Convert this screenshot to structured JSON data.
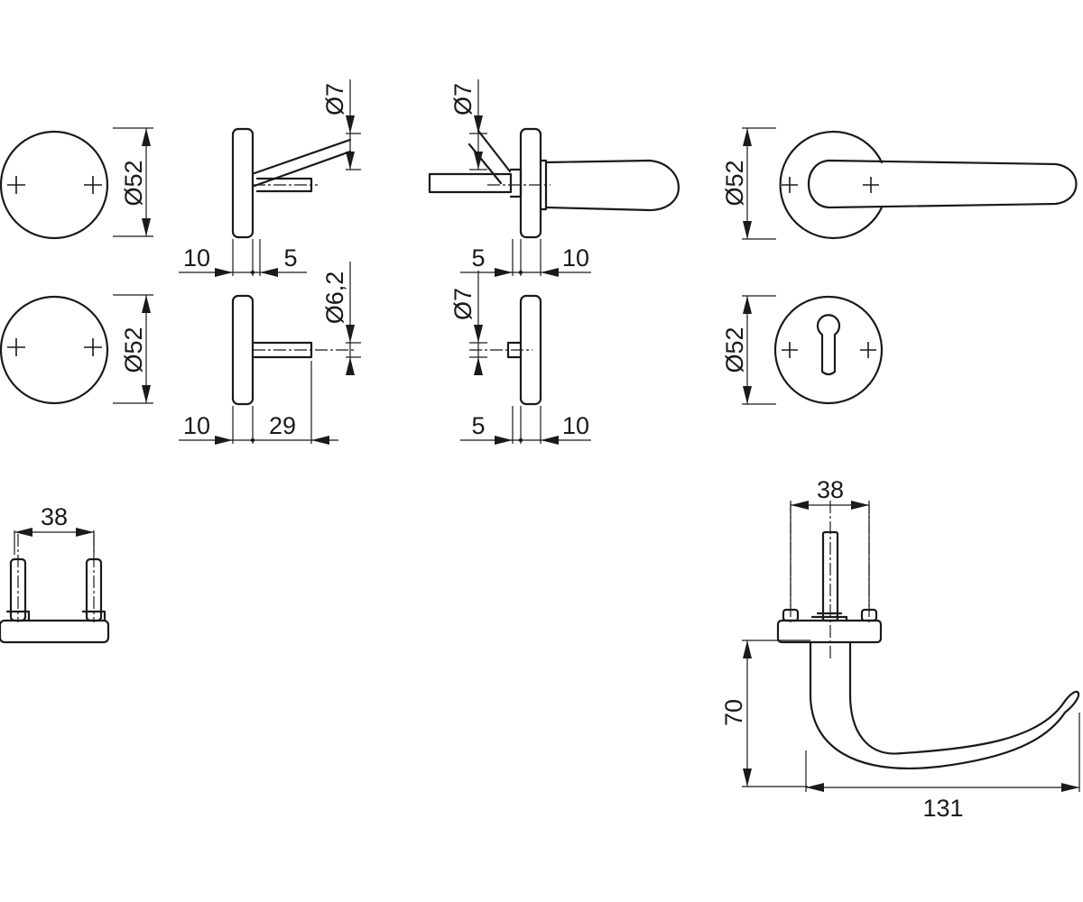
{
  "colors": {
    "line": "#1a1a1a",
    "background": "#ffffff"
  },
  "labels": {
    "rose_dia_top": "Ø52",
    "rose_dia_bottom": "Ø52",
    "handle_rose_dia": "Ø52",
    "escutcheon_dia": "Ø52",
    "fix_hole_dia_top": "Ø7",
    "fix_pin_dia": "Ø6,2",
    "fix_hole_dia_mid": "Ø7",
    "fix_hole_dia_low": "Ø7",
    "plate_thickness_a": "10",
    "offset_a": "5",
    "plate_thickness_b": "10",
    "pin_length": "29",
    "offset_b": "5",
    "plate_thickness_c": "10",
    "offset_c": "5",
    "plate_thickness_d": "10",
    "bolt_spacing_left": "38",
    "bolt_spacing_right": "38",
    "handle_height": "70",
    "handle_length": "131"
  }
}
